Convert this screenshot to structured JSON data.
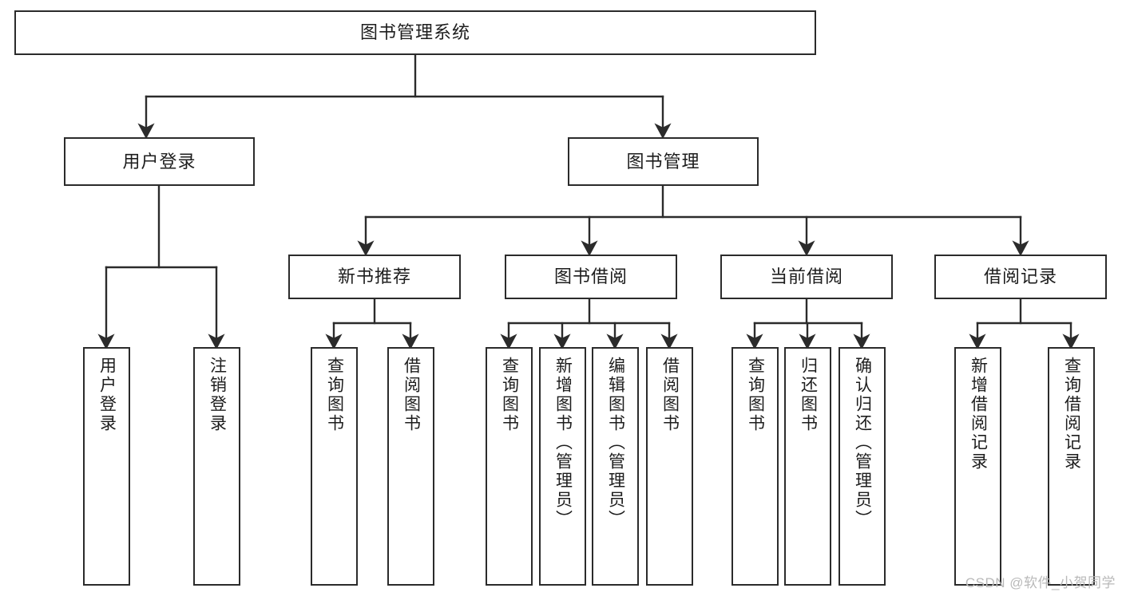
{
  "diagram": {
    "title": "图书管理系统",
    "root": {
      "id": "root",
      "label": "图书管理系统"
    },
    "level2": [
      {
        "id": "user-login",
        "label": "用户登录"
      },
      {
        "id": "book-manage",
        "label": "图书管理"
      }
    ],
    "level3": [
      {
        "id": "new-book-rec",
        "label": "新书推荐"
      },
      {
        "id": "book-borrow",
        "label": "图书借阅"
      },
      {
        "id": "current-borrow",
        "label": "当前借阅"
      },
      {
        "id": "borrow-record",
        "label": "借阅记录"
      }
    ],
    "leaves": {
      "user_login": [
        {
          "id": "leaf-user-login",
          "label": "用户登录"
        },
        {
          "id": "leaf-logout",
          "label": "注销登录"
        }
      ],
      "new_book_rec": [
        {
          "id": "leaf-query-book-1",
          "label": "查询图书"
        },
        {
          "id": "leaf-borrow-book-1",
          "label": "借阅图书"
        }
      ],
      "book_borrow": [
        {
          "id": "leaf-query-book-2",
          "label": "查询图书"
        },
        {
          "id": "leaf-add-book",
          "label": "新增图书（管理员）"
        },
        {
          "id": "leaf-edit-book",
          "label": "编辑图书（管理员）"
        },
        {
          "id": "leaf-borrow-book-2",
          "label": "借阅图书"
        }
      ],
      "current_borrow": [
        {
          "id": "leaf-query-book-3",
          "label": "查询图书"
        },
        {
          "id": "leaf-return-book",
          "label": "归还图书"
        },
        {
          "id": "leaf-confirm-return",
          "label": "确认归还（管理员）"
        }
      ],
      "borrow_record": [
        {
          "id": "leaf-add-record",
          "label": "新增借阅记录"
        },
        {
          "id": "leaf-query-record",
          "label": "查询借阅记录"
        }
      ]
    },
    "colors": {
      "stroke": "#2b2b2b",
      "fill": "#ffffff",
      "text": "#1d1d1d",
      "watermark": "#b9b9b9"
    }
  },
  "watermark": {
    "text": "CSDN @软件_小贺同学"
  }
}
